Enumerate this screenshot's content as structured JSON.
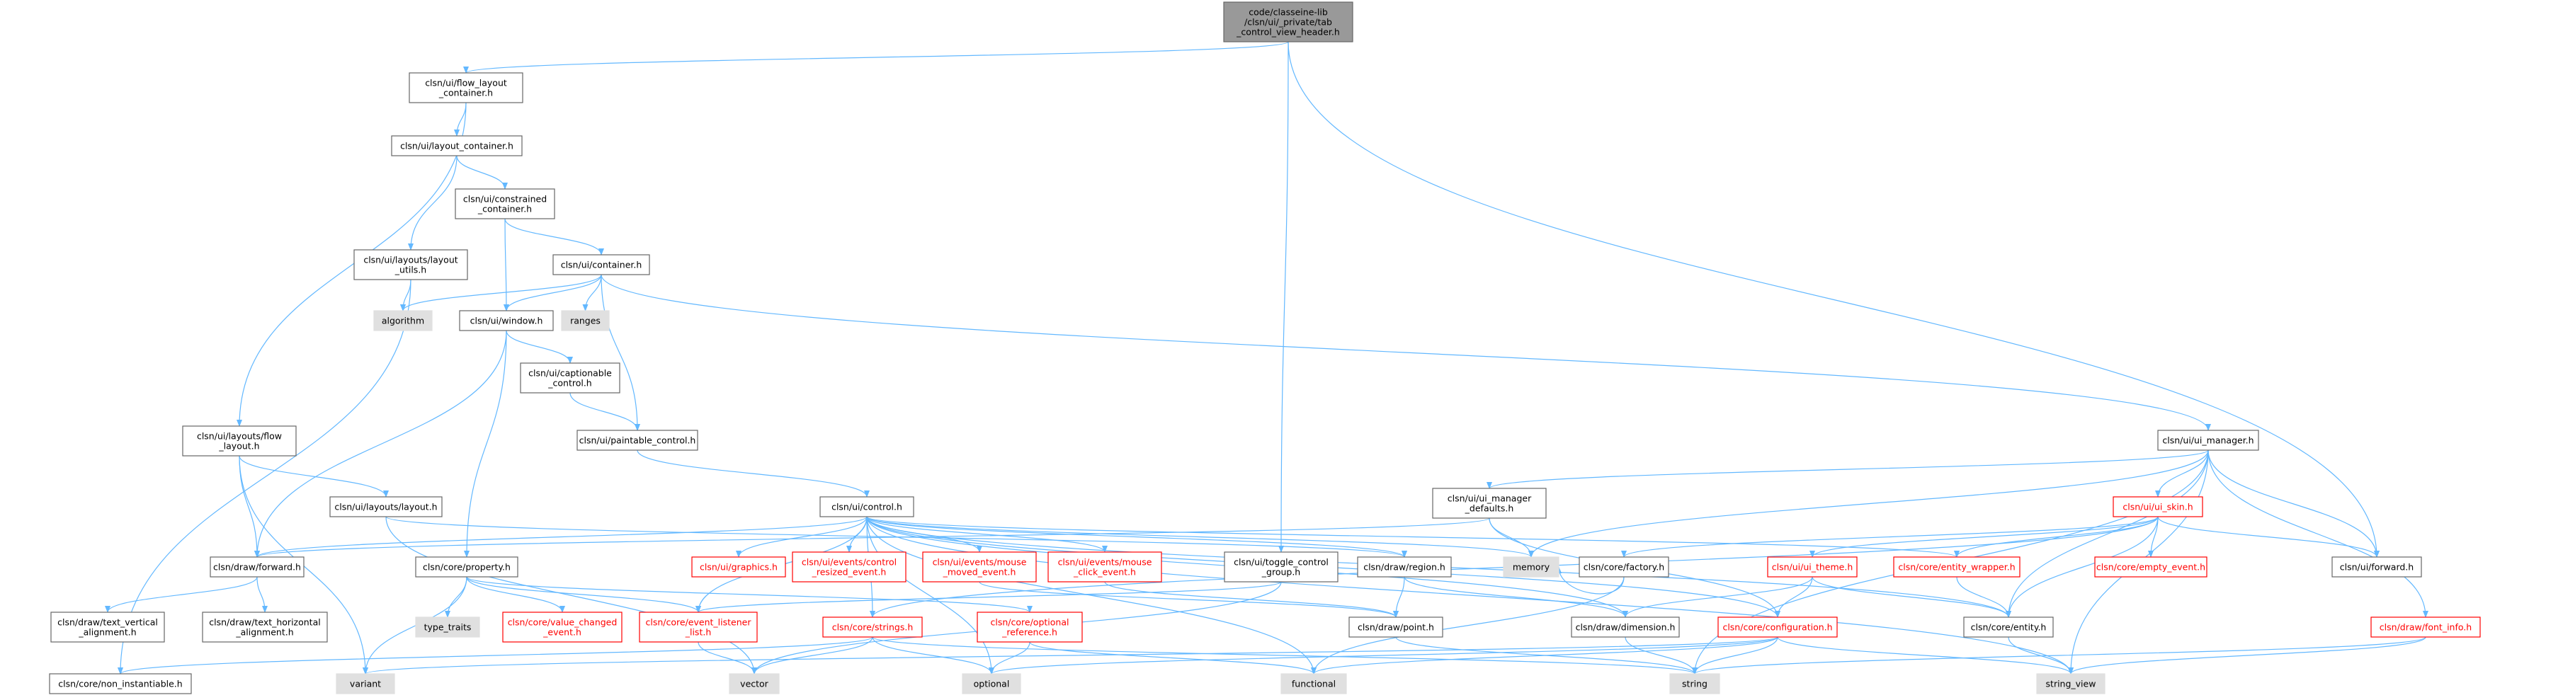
{
  "nodes": [
    {
      "id": "root",
      "label": "code/classeine-lib\n/clsn/ui/_private/tab\n_control_view_header.h",
      "style": "root"
    },
    {
      "id": "flc",
      "label": "clsn/ui/flow_layout\n_container.h",
      "style": "normal"
    },
    {
      "id": "lc",
      "label": "clsn/ui/layout_container.h",
      "style": "normal"
    },
    {
      "id": "cc",
      "label": "clsn/ui/constrained\n_container.h",
      "style": "normal"
    },
    {
      "id": "lu",
      "label": "clsn/ui/layouts/layout\n_utils.h",
      "style": "normal"
    },
    {
      "id": "cont",
      "label": "clsn/ui/container.h",
      "style": "normal"
    },
    {
      "id": "alg",
      "label": "algorithm",
      "style": "lib"
    },
    {
      "id": "ranges",
      "label": "ranges",
      "style": "lib"
    },
    {
      "id": "win",
      "label": "clsn/ui/window.h",
      "style": "normal"
    },
    {
      "id": "cap",
      "label": "clsn/ui/captionable\n_control.h",
      "style": "normal"
    },
    {
      "id": "pc",
      "label": "clsn/ui/paintable_control.h",
      "style": "normal"
    },
    {
      "id": "ctl",
      "label": "clsn/ui/control.h",
      "style": "normal"
    },
    {
      "id": "lfl",
      "label": "clsn/ui/layouts/flow\n_layout.h",
      "style": "normal"
    },
    {
      "id": "ll",
      "label": "clsn/ui/layouts/layout.h",
      "style": "normal"
    },
    {
      "id": "dfw",
      "label": "clsn/draw/forward.h",
      "style": "normal"
    },
    {
      "id": "tva",
      "label": "clsn/draw/text_vertical\n_alignment.h",
      "style": "normal"
    },
    {
      "id": "tha",
      "label": "clsn/draw/text_horizontal\n_alignment.h",
      "style": "normal"
    },
    {
      "id": "ni",
      "label": "clsn/core/non_instantiable.h",
      "style": "normal"
    },
    {
      "id": "prop",
      "label": "clsn/core/property.h",
      "style": "normal"
    },
    {
      "id": "tt",
      "label": "type_traits",
      "style": "lib"
    },
    {
      "id": "var",
      "label": "variant",
      "style": "lib"
    },
    {
      "id": "vce",
      "label": "clsn/core/value_changed\n_event.h",
      "style": "red"
    },
    {
      "id": "ell",
      "label": "clsn/core/event_listener\n_list.h",
      "style": "red"
    },
    {
      "id": "vec",
      "label": "vector",
      "style": "lib"
    },
    {
      "id": "gfx",
      "label": "clsn/ui/graphics.h",
      "style": "red"
    },
    {
      "id": "cre",
      "label": "clsn/ui/events/control\n_resized_event.h",
      "style": "red"
    },
    {
      "id": "mme",
      "label": "clsn/ui/events/mouse\n_moved_event.h",
      "style": "red"
    },
    {
      "id": "mce",
      "label": "clsn/ui/events/mouse\n_click_event.h",
      "style": "red"
    },
    {
      "id": "str",
      "label": "clsn/core/strings.h",
      "style": "red"
    },
    {
      "id": "opt",
      "label": "optional",
      "style": "lib"
    },
    {
      "id": "oref",
      "label": "clsn/core/optional\n_reference.h",
      "style": "red"
    },
    {
      "id": "func",
      "label": "functional",
      "style": "lib"
    },
    {
      "id": "tcg",
      "label": "clsn/ui/toggle_control\n_group.h",
      "style": "normal"
    },
    {
      "id": "reg",
      "label": "clsn/draw/region.h",
      "style": "normal"
    },
    {
      "id": "pt",
      "label": "clsn/draw/point.h",
      "style": "normal"
    },
    {
      "id": "mem",
      "label": "memory",
      "style": "lib"
    },
    {
      "id": "dim",
      "label": "clsn/draw/dimension.h",
      "style": "normal"
    },
    {
      "id": "string",
      "label": "string",
      "style": "lib"
    },
    {
      "id": "umd",
      "label": "clsn/ui/ui_manager\n_defaults.h",
      "style": "normal"
    },
    {
      "id": "um",
      "label": "clsn/ui/ui_manager.h",
      "style": "normal"
    },
    {
      "id": "fac",
      "label": "clsn/core/factory.h",
      "style": "normal"
    },
    {
      "id": "theme",
      "label": "clsn/ui/ui_theme.h",
      "style": "red"
    },
    {
      "id": "conf",
      "label": "clsn/core/configuration.h",
      "style": "red"
    },
    {
      "id": "skin",
      "label": "clsn/ui/ui_skin.h",
      "style": "red"
    },
    {
      "id": "ew",
      "label": "clsn/core/entity_wrapper.h",
      "style": "red"
    },
    {
      "id": "ent",
      "label": "clsn/core/entity.h",
      "style": "normal"
    },
    {
      "id": "eev",
      "label": "clsn/core/empty_event.h",
      "style": "red"
    },
    {
      "id": "ufw",
      "label": "clsn/ui/forward.h",
      "style": "normal"
    },
    {
      "id": "sv",
      "label": "string_view",
      "style": "lib"
    },
    {
      "id": "fi",
      "label": "clsn/draw/font_info.h",
      "style": "red"
    }
  ]
}
